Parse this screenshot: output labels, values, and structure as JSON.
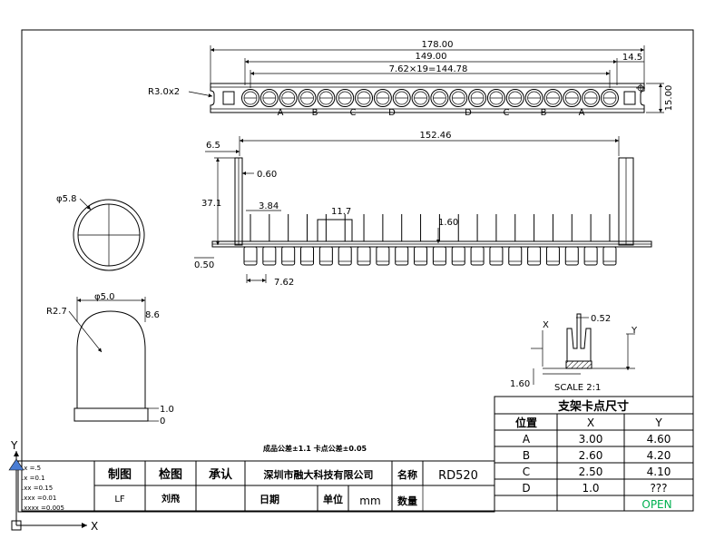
{
  "top_view": {
    "dim_overall": "178.00",
    "dim_middle": "149.00",
    "dim_pitch": "7.62×19=144.78",
    "dim_right": "14.5",
    "dim_height": "15.00",
    "radius_label": "R3.0x2",
    "group_labels": [
      "A",
      "B",
      "C",
      "D",
      "D",
      "C",
      "B",
      "A"
    ]
  },
  "side_view": {
    "dim_65": "6.5",
    "dim_060": "0.60",
    "dim_15246": "152.46",
    "dim_371": "37.1",
    "dim_384": "3.84",
    "dim_117": "11.7",
    "dim_160": "1.60",
    "dim_050": "0.50",
    "dim_762": "7.62"
  },
  "led_circle": {
    "dia_label": "φ5.8"
  },
  "led_side": {
    "dia_label": "φ5.0",
    "r_label": "R2.7",
    "h_label": "8.6",
    "dim_10": "1.0",
    "dim_0": "0"
  },
  "detail": {
    "x_label": "X",
    "y_label": "Y",
    "dim_052": "0.52",
    "dim_160": "1.60",
    "scale_label": "SCALE 2:1"
  },
  "spec_table": {
    "title": "支架卡点尺寸",
    "headers": [
      "位置",
      "X",
      "Y"
    ],
    "rows": [
      [
        "A",
        "3.00",
        "4.60"
      ],
      [
        "B",
        "2.60",
        "4.20"
      ],
      [
        "C",
        "2.50",
        "4.10"
      ],
      [
        "D",
        "1.0",
        "???"
      ]
    ],
    "open_label": "OPEN",
    "open_color": "#00b050"
  },
  "tolerance_note": "成品公差±1.1 卡点公差±0.05",
  "title_block": {
    "tolerances": [
      ".x    =.5",
      ".x    =0.1",
      ".xx   =0.15",
      ".xxx  =0.01",
      ".xxxx =0.005"
    ],
    "h_draw": "制图",
    "h_check": "检图",
    "h_approve": "承认",
    "drawer": "LF",
    "checker": "刘飛",
    "company": "深圳市融大科技有限公司",
    "name_label": "名称",
    "part_name": "RD520",
    "date_label": "日期",
    "unit_label": "单位",
    "unit_value": "mm",
    "qty_label": "数量"
  },
  "axis": {
    "x": "X",
    "y": "Y"
  }
}
